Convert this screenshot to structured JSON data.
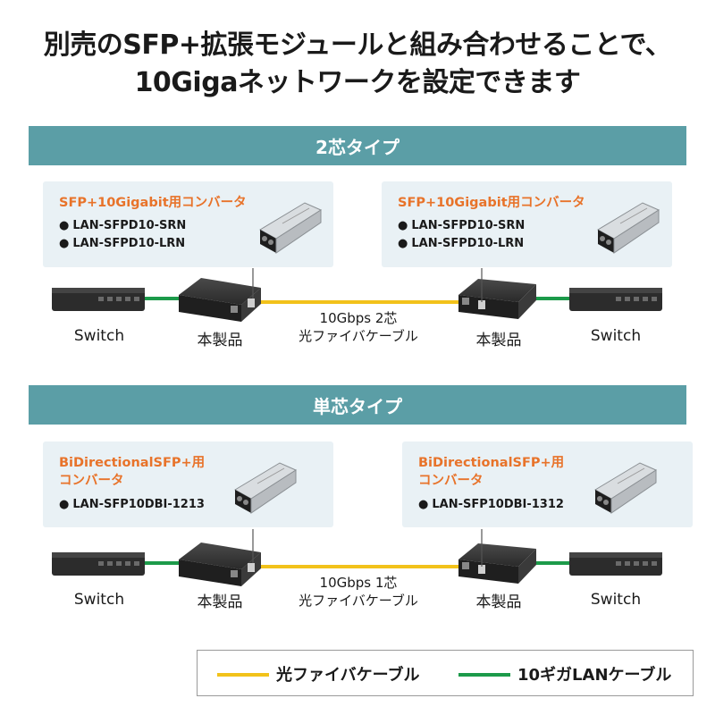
{
  "headline": {
    "line1": "別売のSFP+拡張モジュールと組み合わせることで、",
    "line2": "10Gigaネットワークを設定できます"
  },
  "colors": {
    "band": "#5b9ea6",
    "card": "#e9f1f5",
    "accent_orange": "#e8732a",
    "fiber": "#f2c21a",
    "lan": "#1c9a4a"
  },
  "sections": [
    {
      "band_label": "2芯タイプ",
      "left_card": {
        "title": "SFP+10Gigabit用コンバータ",
        "models": [
          "LAN-SFPD10-SRN",
          "LAN-SFPD10-LRN"
        ]
      },
      "right_card": {
        "title": "SFP+10Gigabit用コンバータ",
        "models": [
          "LAN-SFPD10-SRN",
          "LAN-SFPD10-LRN"
        ]
      },
      "left_switch": "Switch",
      "left_device": "本製品",
      "cable_line1": "10Gbps 2芯",
      "cable_line2": "光ファイバケーブル",
      "right_device": "本製品",
      "right_switch": "Switch"
    },
    {
      "band_label": "単芯タイプ",
      "left_card": {
        "title_line1": "BiDirectionalSFP+用",
        "title_line2": "コンバータ",
        "models": [
          "LAN-SFP10DBI-1213"
        ]
      },
      "right_card": {
        "title_line1": "BiDirectionalSFP+用",
        "title_line2": "コンバータ",
        "models": [
          "LAN-SFP10DBI-1312"
        ]
      },
      "left_switch": "Switch",
      "left_device": "本製品",
      "cable_line1": "10Gbps 1芯",
      "cable_line2": "光ファイバケーブル",
      "right_device": "本製品",
      "right_switch": "Switch"
    }
  ],
  "legend": {
    "fiber_label": "光ファイバケーブル",
    "lan_label": "10ギガLANケーブル"
  },
  "icons": [
    "sfp-module-icon",
    "network-switch-icon",
    "media-converter-icon"
  ]
}
